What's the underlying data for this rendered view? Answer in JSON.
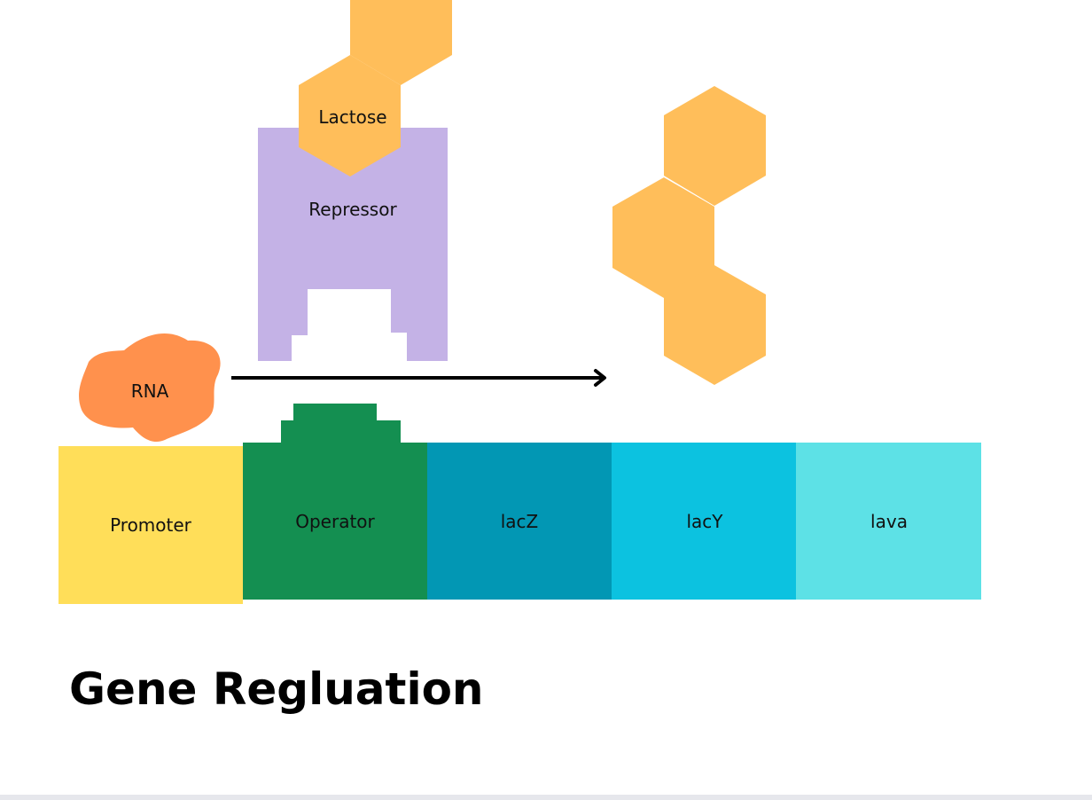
{
  "title": "Gene Regluation",
  "labels": {
    "lactose": "Lactose",
    "repressor": "Repressor",
    "rna": "RNA",
    "promoter": "Promoter",
    "operator": "Operator",
    "lacz": "lacZ",
    "lacy": "lacY",
    "lava": "lava"
  },
  "colors": {
    "lactose": "#ffbe5a",
    "repressor": "#c4b2e6",
    "rna": "#ff914d",
    "promoter": "#ffde59",
    "operator": "#148f51",
    "lacz": "#0297b4",
    "lacy": "#0cc2e0",
    "lava": "#5de1e6",
    "arrow": "#000000"
  }
}
